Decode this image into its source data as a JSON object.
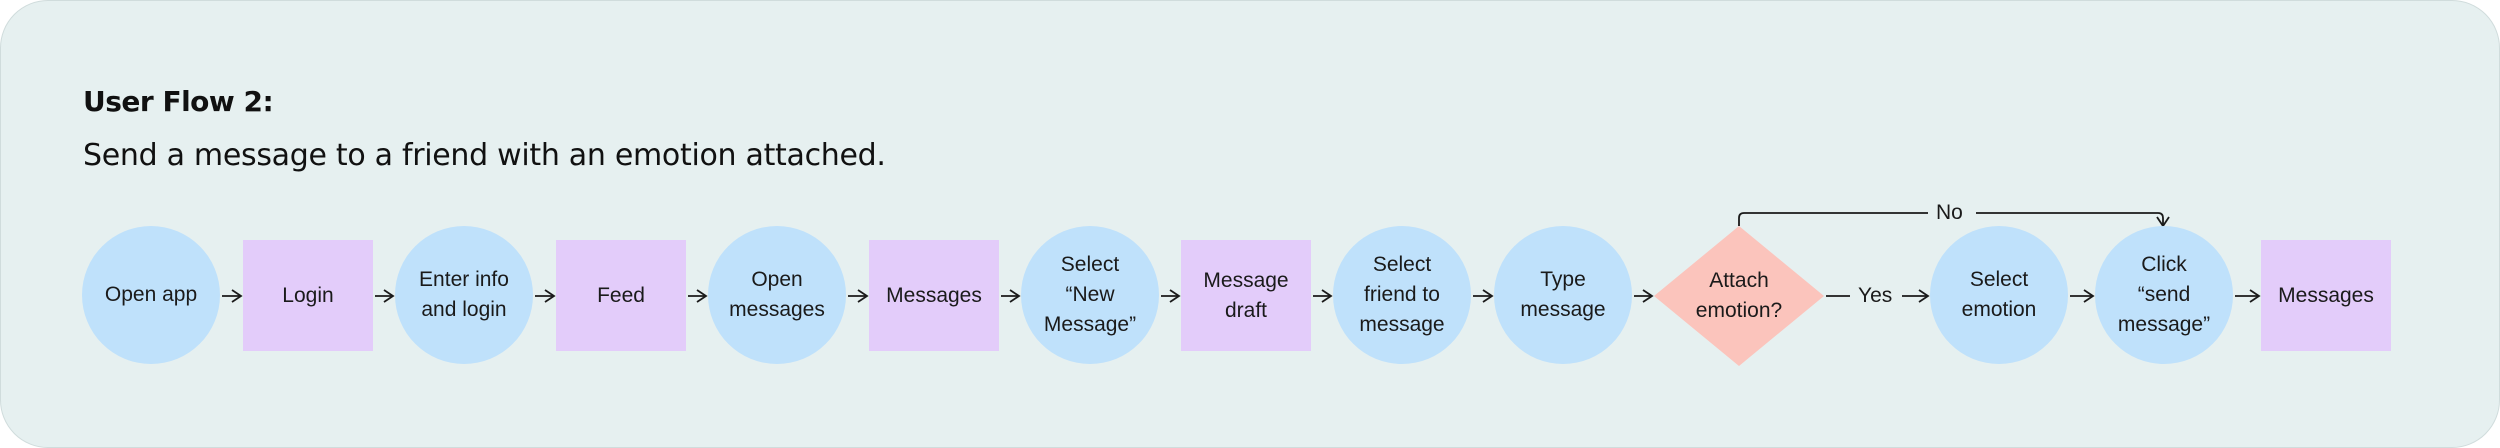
{
  "header": {
    "title": "User Flow 2:",
    "subtitle": "Send a message to a friend with an emotion attached."
  },
  "nodes": [
    {
      "id": "open-app",
      "shape": "circle",
      "label": "Open app"
    },
    {
      "id": "login",
      "shape": "rect",
      "label": "Login"
    },
    {
      "id": "enter-info",
      "shape": "circle",
      "label": "Enter info\nand login"
    },
    {
      "id": "feed",
      "shape": "rect",
      "label": "Feed"
    },
    {
      "id": "open-messages",
      "shape": "circle",
      "label": "Open\nmessages"
    },
    {
      "id": "messages",
      "shape": "rect",
      "label": "Messages"
    },
    {
      "id": "select-new-message",
      "shape": "circle",
      "label": "Select\n“New\nMessage”"
    },
    {
      "id": "message-draft",
      "shape": "rect",
      "label": "Message\ndraft"
    },
    {
      "id": "select-friend",
      "shape": "circle",
      "label": "Select\nfriend to\nmessage"
    },
    {
      "id": "type-message",
      "shape": "circle",
      "label": "Type\nmessage"
    },
    {
      "id": "attach-emotion",
      "shape": "diamond",
      "label": "Attach\nemotion?"
    },
    {
      "id": "select-emotion",
      "shape": "circle",
      "label": "Select\nemotion"
    },
    {
      "id": "click-send",
      "shape": "circle",
      "label": "Click\n“send\nmessage”"
    },
    {
      "id": "messages-end",
      "shape": "rect",
      "label": "Messages"
    }
  ],
  "edges": {
    "yes_label": "Yes",
    "no_label": "No"
  },
  "colors": {
    "background": "#e6f0f0",
    "circle_fill": "#bfe1fb",
    "rect_fill": "#e3ccfa",
    "diamond_fill": "#fbc4bc",
    "line": "#1a1a1a"
  }
}
